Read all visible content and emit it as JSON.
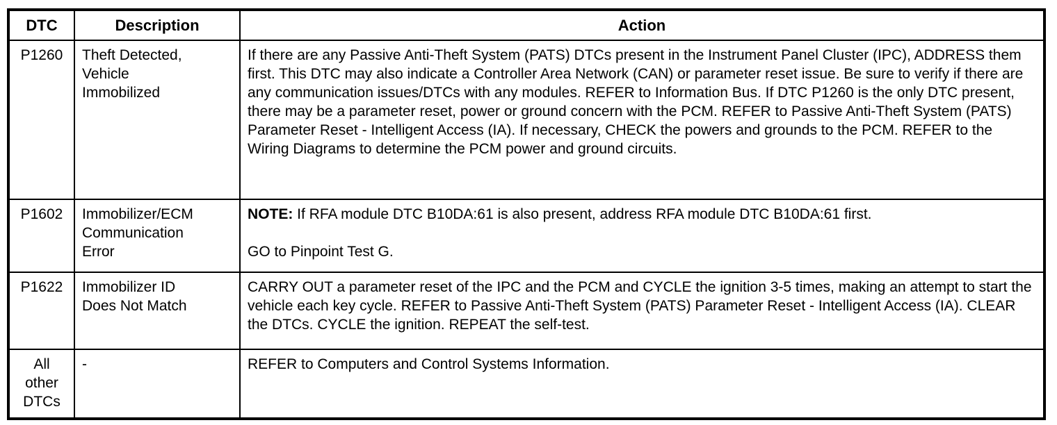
{
  "table": {
    "header": {
      "dtc": "DTC",
      "description": "Description",
      "action": "Action"
    },
    "rows": [
      {
        "dtc": "P1260",
        "description_lines": [
          "Theft Detected,",
          "Vehicle",
          "Immobilized"
        ],
        "action": "If there are any Passive Anti-Theft System (PATS) DTCs present in the Instrument Panel Cluster (IPC), ADDRESS them first. This DTC may also indicate a Controller Area Network (CAN) or parameter reset issue. Be sure to verify if there are any communication issues/DTCs with any modules. REFER to Information Bus. If DTC P1260 is the only DTC present, there may be a parameter reset, power or ground concern with the PCM. REFER to Passive Anti-Theft System (PATS) Parameter Reset - Intelligent Access (IA). If necessary, CHECK the powers and grounds to the PCM. REFER to the Wiring Diagrams to determine the PCM power and ground circuits."
      },
      {
        "dtc": "P1602",
        "description_lines": [
          "Immobilizer/ECM",
          "Communication",
          "Error"
        ],
        "note_label": "NOTE:",
        "note_text": " If RFA module DTC B10DA:61 is also present, address RFA module DTC B10DA:61 first.",
        "action": "GO to Pinpoint Test G."
      },
      {
        "dtc": "P1622",
        "description_lines": [
          "Immobilizer ID",
          "Does Not Match"
        ],
        "action": "CARRY OUT a parameter reset of the IPC and the PCM and CYCLE the ignition 3-5 times, making an attempt to start the vehicle each key cycle. REFER to Passive Anti-Theft System (PATS) Parameter Reset - Intelligent Access (IA). CLEAR the DTCs. CYCLE the ignition. REPEAT the self-test."
      },
      {
        "dtc_lines": [
          "All",
          "other",
          "DTCs"
        ],
        "description_lines": [
          "-"
        ],
        "action": "REFER to Computers and Control Systems Information."
      }
    ]
  },
  "colors": {
    "border": "#000000",
    "text": "#000000",
    "background": "#ffffff"
  }
}
